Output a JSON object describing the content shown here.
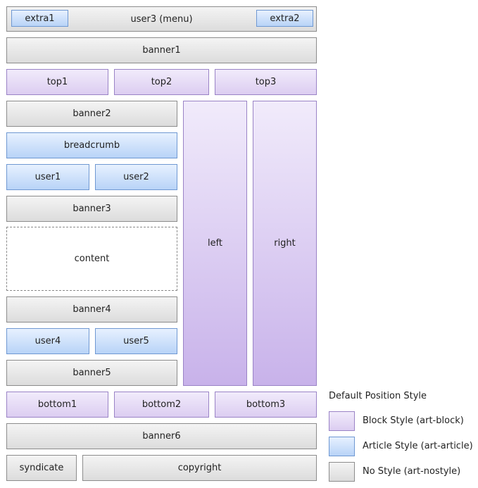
{
  "header": {
    "extra1": "extra1",
    "user3": "user3 (menu)",
    "extra2": "extra2"
  },
  "banner1": "banner1",
  "top": [
    "top1",
    "top2",
    "top3"
  ],
  "banner2": "banner2",
  "breadcrumb": "breadcrumb",
  "user1": "user1",
  "user2": "user2",
  "banner3": "banner3",
  "content": "content",
  "banner4": "banner4",
  "user4": "user4",
  "user5": "user5",
  "banner5": "banner5",
  "left": "left",
  "right": "right",
  "bottom": [
    "bottom1",
    "bottom2",
    "bottom3"
  ],
  "banner6": "banner6",
  "syndicate": "syndicate",
  "copyright": "copyright",
  "legend": {
    "title": "Default Position Style",
    "items": [
      {
        "label": "Block Style (art-block)",
        "style": "block"
      },
      {
        "label": "Article Style (art-article)",
        "style": "article"
      },
      {
        "label": "No Style (art-nostyle)",
        "style": "nostyle"
      }
    ]
  },
  "colors": {
    "block_border": "#9a83c6",
    "block_fill": "#dccdf1",
    "article_border": "#6f98d2",
    "article_fill": "#b8d3f7",
    "nostyle_border": "#8c8c8c",
    "nostyle_fill": "#dcdcdc"
  }
}
